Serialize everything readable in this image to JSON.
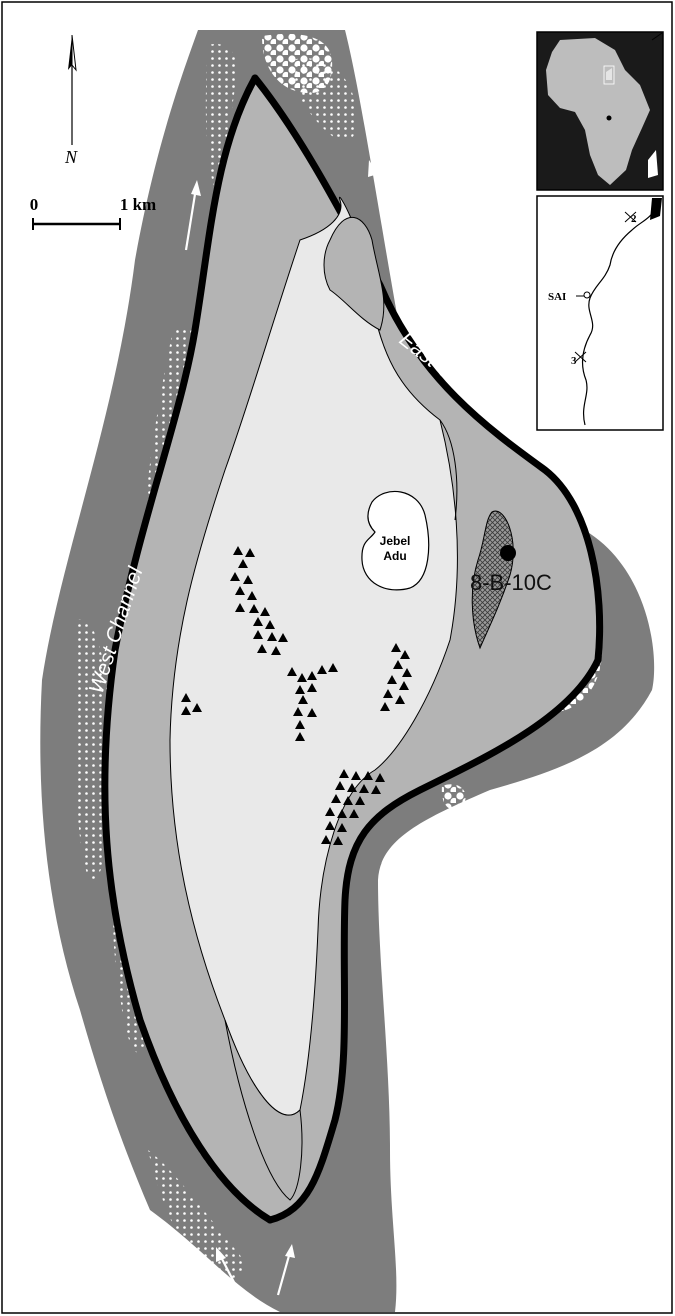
{
  "labels": {
    "north": "N",
    "scale_start": "0",
    "scale_end": "1 km",
    "east_channel": "East Channel",
    "west_channel": "West Channel",
    "jebel_line1": "Jebel",
    "jebel_line2": "Adu",
    "site": "8-B-10C",
    "inset_sai": "SAI",
    "inset_cataract_2": "2",
    "inset_cataract_3": "3"
  },
  "colors": {
    "channel": "#7d7d7d",
    "floodplain": "#b4b4b4",
    "interior": "#e9e9e9",
    "jebel": "#ffffff",
    "bank": "#000000",
    "inset_land": "#bdbdbd",
    "inset_sea": "#1a1a1a"
  },
  "icons": [
    "north-arrow-icon",
    "flow-arrow-icon",
    "site-marker-icon",
    "triangle-marker-icon"
  ]
}
